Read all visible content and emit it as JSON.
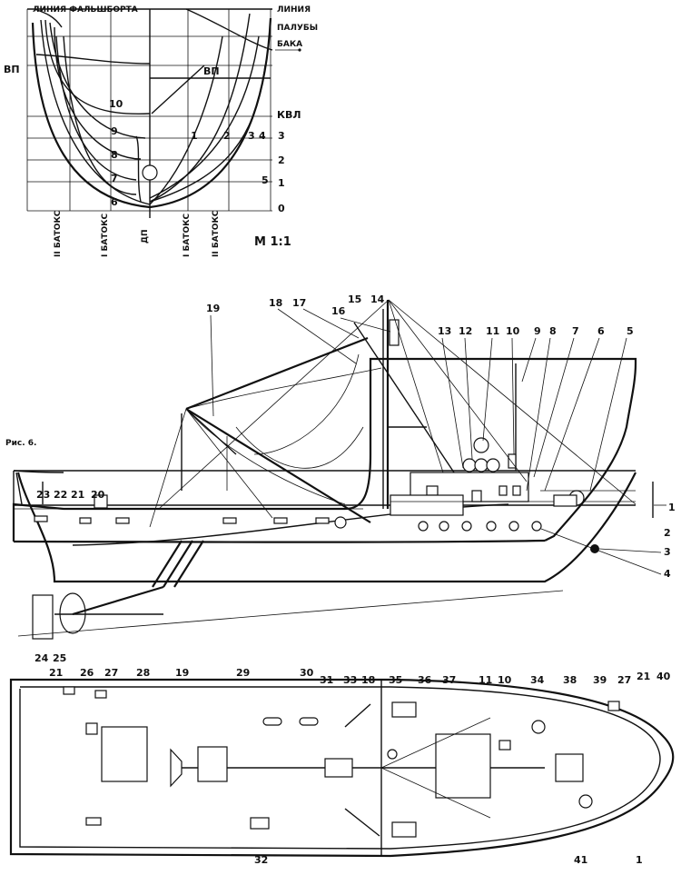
{
  "body_plan": {
    "top_label": "ЛИНИЯ ФАЛЬШБОРТА",
    "right_label_lines": [
      "ЛИНИЯ",
      "ПАЛУБЫ",
      "БАКА"
    ],
    "wl_left": "ВП",
    "wl_mid": "ВП",
    "kvl": "КВЛ",
    "aft_stations": [
      "10",
      "9",
      "8",
      "7",
      "6"
    ],
    "fwd_stations": [
      "1",
      "2",
      "3",
      "4",
      "5"
    ],
    "waterlines": [
      "3",
      "2",
      "1",
      "0"
    ],
    "bottom_labels": [
      "II БАТОКС",
      "I БАТОКС",
      "ДП",
      "I БАТОКС",
      "II БАТОКС"
    ],
    "scale": "М 1:1"
  },
  "figure_caption": "Рис. 6.",
  "side_callouts": [
    "1",
    "2",
    "3",
    "4",
    "5",
    "6",
    "7",
    "8",
    "9",
    "10",
    "11",
    "12",
    "13",
    "14",
    "15",
    "16",
    "17",
    "18",
    "19",
    "20",
    "21",
    "22",
    "23",
    "24",
    "25"
  ],
  "plan_callouts": [
    "21",
    "26",
    "27",
    "28",
    "19",
    "29",
    "30",
    "31",
    "33",
    "18",
    "35",
    "36",
    "37",
    "11",
    "10",
    "34",
    "38",
    "39",
    "27",
    "21",
    "40",
    "41",
    "1",
    "32"
  ]
}
